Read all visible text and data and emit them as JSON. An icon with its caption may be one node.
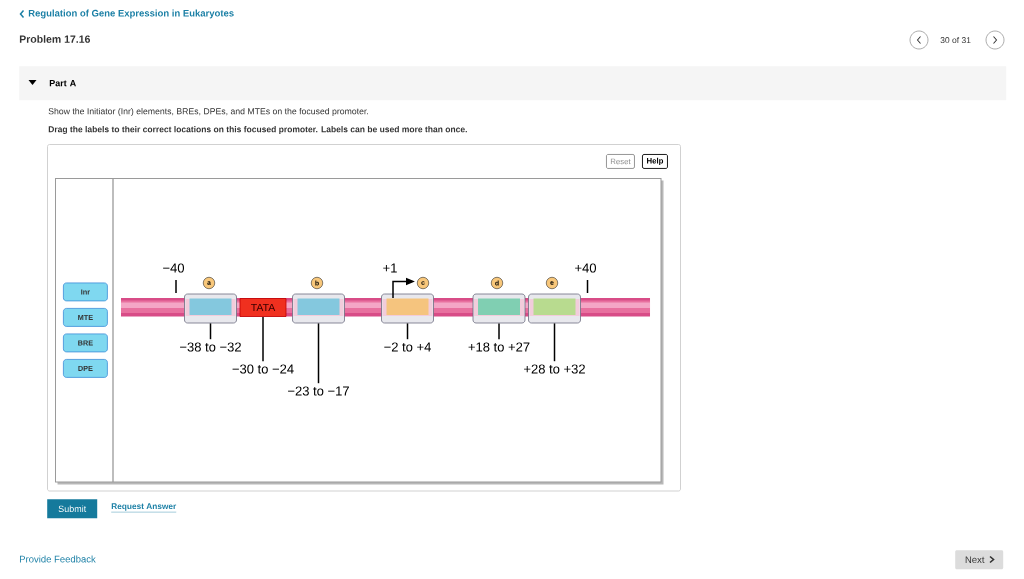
{
  "diagram": {
    "nodes": [
      {
        "text": [
          "Part A"
        ]
      },
      {
        "text": [
          "Reset"
        ]
      },
      {
        "text": [
          "Help"
        ]
      },
      {
        "text": [
          "Inr"
        ]
      },
      {
        "text": [
          "MTE"
        ]
      },
      {
        "text": [
          "BRE"
        ]
      },
      {
        "text": [
          "DPE"
        ]
      },
      {
        "text": [
          "a"
        ]
      },
      {
        "text": [
          "TATA"
        ]
      },
      {
        "text": [
          "b"
        ]
      },
      {
        "text": [
          "c"
        ]
      },
      {
        "text": [
          "d"
        ]
      },
      {
        "text": [
          "e"
        ]
      },
      {
        "text": [
          "−38 to −32"
        ]
      },
      {
        "text": [
          "−30 to −24"
        ]
      },
      {
        "text": [
          "−23 to −17"
        ]
      },
      {
        "text": [
          "−2 to +4"
        ]
      },
      {
        "text": [
          "+18 to +27"
        ]
      },
      {
        "text": [
          "+28 to +32"
        ]
      },
      {
        "text": [
          "Submit"
        ]
      },
      {
        "text": [
          "Next"
        ]
      }
    ],
    "edges": [
      {
        "from": 13,
        "to": 7,
        "arrow": "none"
      },
      {
        "from": 14,
        "to": 8,
        "arrow": "none"
      },
      {
        "from": 15,
        "to": 9,
        "arrow": "none"
      },
      {
        "from": 16,
        "to": 10,
        "arrow": "none"
      },
      {
        "from": 17,
        "to": 11,
        "arrow": "none"
      },
      {
        "from": 18,
        "to": 12,
        "arrow": "none"
      }
    ],
    "labels": [
      "Regulation of Gene Expression in Eukaryotes",
      "Problem 17.16",
      "30 of 31",
      "Show the Initiator (Inr) elements, BREs, DPEs, and MTEs on the focused promoter.",
      "Drag the labels to their correct locations on this focused promoter. Labels can be used more than once.",
      "−40",
      "+1",
      "+40",
      "Request Answer",
      "Provide Feedback"
    ]
  }
}
